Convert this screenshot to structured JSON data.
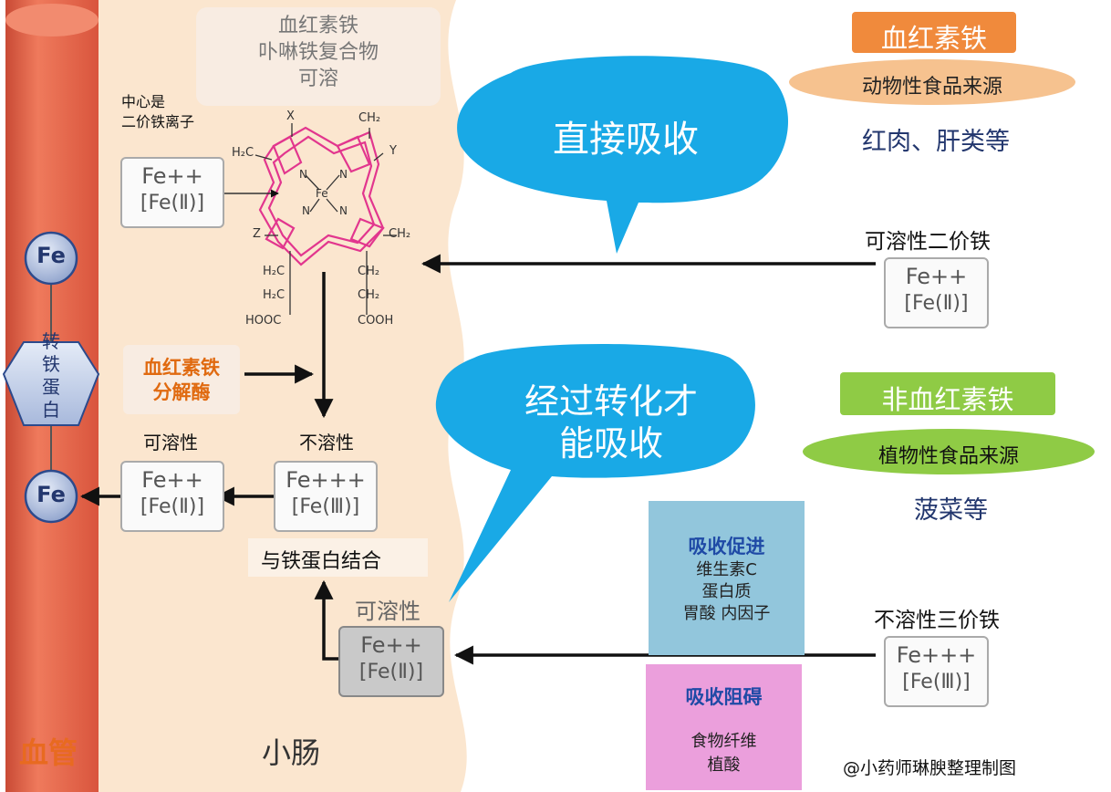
{
  "colors": {
    "vessel": "#e8644a",
    "intestine": "#fbe6cf",
    "bubble": "#19a9e6",
    "heme_tag": "#f08a3c",
    "heme_oval": "#f6c28f",
    "nonheme_tag": "#8fcb45",
    "nonheme_oval": "#8fcb45",
    "promote_bg": "#92c6dc",
    "inhibit_bg": "#eb9fdc",
    "orange_text": "#e06a10"
  },
  "heme_info": {
    "line1": "血红素铁",
    "line2": "卟啉铁复合物",
    "line3": "可溶"
  },
  "center_note": {
    "line1": "中心是",
    "line2": "二价铁离子"
  },
  "fe2_label": {
    "top": "Fe++",
    "bottom": "[Fe(Ⅱ)]"
  },
  "fe3_label": {
    "top": "Fe+++",
    "bottom": "[Fe(Ⅲ)]"
  },
  "porphyrin": {
    "x": "X",
    "ch3_top": "CH₂",
    "h3c": "H₂C",
    "y": "Y",
    "n": "N",
    "fe": "Fe",
    "z": "Z",
    "ch3_right": "CH₂",
    "h2c1": "H₂C",
    "h2c2": "H₂C",
    "ch2a": "CH₂",
    "ch2b": "CH₂",
    "hooc": "HOOC",
    "cooh": "COOH"
  },
  "vessel": {
    "fe_top": "Fe",
    "fe_bottom": "Fe",
    "transferrin": [
      "转",
      "铁",
      "蛋",
      "白"
    ],
    "label": "血管"
  },
  "enzyme": {
    "line1": "血红素铁",
    "line2": "分解酶"
  },
  "soluble_left": "可溶性",
  "insoluble_mid": "不溶性",
  "bind_transferrin": "与铁蛋白结合",
  "soluble_bottom": "可溶性",
  "intestine_label": "小肠",
  "bubble_direct": "直接吸收",
  "bubble_convert": {
    "line1": "经过转化才",
    "line2": "能吸收"
  },
  "heme_source": {
    "tag": "血红素铁",
    "oval": "动物性食品来源",
    "examples": "红肉、肝类等",
    "ferrous": "可溶性二价铁"
  },
  "nonheme_source": {
    "tag": "非血红素铁",
    "oval": "植物性食品来源",
    "examples": "菠菜等",
    "ferric": "不溶性三价铁"
  },
  "promote": {
    "title": "吸收促进",
    "items": [
      "维生素C",
      "蛋白质",
      "胃酸 内因子"
    ]
  },
  "inhibit": {
    "title": "吸收阻碍",
    "items": [
      "食物纤维",
      "植酸"
    ]
  },
  "credit": "@小药师琳腴整理制图"
}
